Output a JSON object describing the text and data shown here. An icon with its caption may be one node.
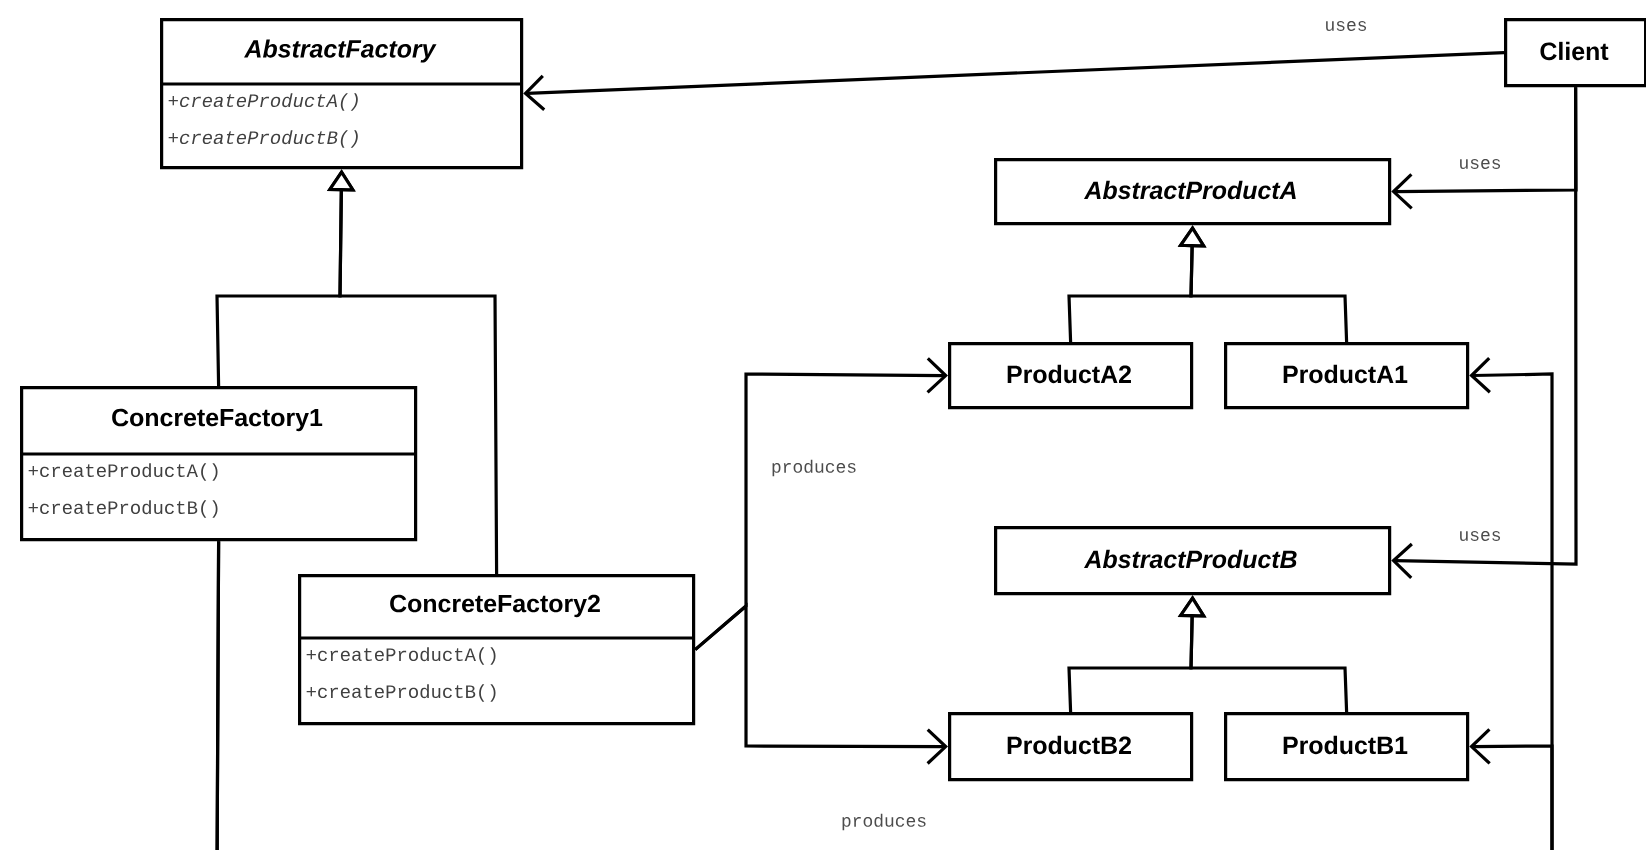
{
  "diagram": {
    "nodes": [
      {
        "text": [
          "AbstractFactory",
          "+createProductA()",
          "+createProductB()"
        ]
      },
      {
        "text": [
          "Client"
        ]
      },
      {
        "text": [
          "AbstractProductA"
        ]
      },
      {
        "text": [
          "ConcreteFactory1",
          "+createProductA()",
          "+createProductB()"
        ]
      },
      {
        "text": [
          "ProductA2"
        ]
      },
      {
        "text": [
          "ProductA1"
        ]
      },
      {
        "text": [
          "ConcreteFactory2",
          "+createProductA()",
          "+createProductB()"
        ]
      },
      {
        "text": [
          "AbstractProductB"
        ]
      },
      {
        "text": [
          "ProductB2"
        ]
      },
      {
        "text": [
          "ProductB1"
        ]
      }
    ],
    "edges": [
      {
        "from": 1,
        "to": 0,
        "arrow": "to",
        "label": "uses"
      },
      {
        "from": 1,
        "to": 2,
        "arrow": "to",
        "label": "uses"
      },
      {
        "from": 1,
        "to": 7,
        "arrow": "to",
        "label": "uses"
      },
      {
        "from": 3,
        "to": 0,
        "arrow": "to"
      },
      {
        "from": 6,
        "to": 0,
        "arrow": "to"
      },
      {
        "from": 4,
        "to": 2,
        "arrow": "to"
      },
      {
        "from": 5,
        "to": 2,
        "arrow": "to"
      },
      {
        "from": 8,
        "to": 7,
        "arrow": "to"
      },
      {
        "from": 9,
        "to": 7,
        "arrow": "to"
      },
      {
        "from": 6,
        "to": 4,
        "arrow": "to",
        "label": "produces"
      },
      {
        "from": 6,
        "to": 8,
        "arrow": "to"
      },
      {
        "from": 3,
        "to": 5,
        "arrow": "to",
        "label": "produces"
      },
      {
        "from": 3,
        "to": 9,
        "arrow": "to"
      }
    ]
  }
}
